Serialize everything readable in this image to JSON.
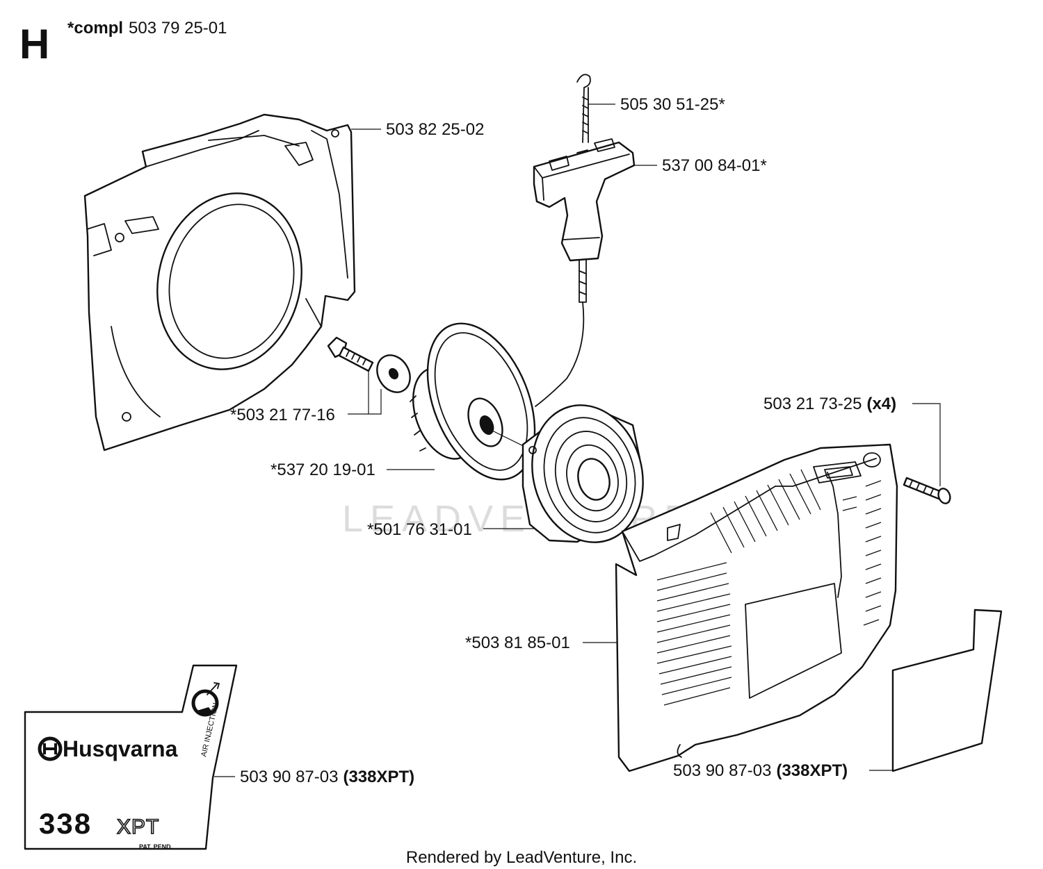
{
  "section": {
    "letter": "H",
    "compl_label": "*compl",
    "compl_number": "503 79 25-01"
  },
  "callouts": {
    "cover": "503 82 25-02",
    "cord": "505 30 51-25*",
    "handle": "537 00 84-01*",
    "screw": "*503 21 77-16",
    "pulley": "*537 20 19-01",
    "spring": "*501 76 31-01",
    "housing": "*503 81 85-01",
    "bolt_number": "503 21 73-25",
    "bolt_qty": "(x4)",
    "decal_left_number": "503 90 87-03",
    "decal_left_model": "(338XPT)",
    "decal_right_number": "503 90 87-03",
    "decal_right_model": "(338XPT)"
  },
  "decal": {
    "brand": "Husqvarna",
    "air_text": "AIR INJECTION",
    "model_num": "338",
    "model_suffix": "XPT",
    "pat": "PAT. PEND."
  },
  "watermark": "LEADVENTURE",
  "footer": "Rendered by LeadVenture, Inc."
}
